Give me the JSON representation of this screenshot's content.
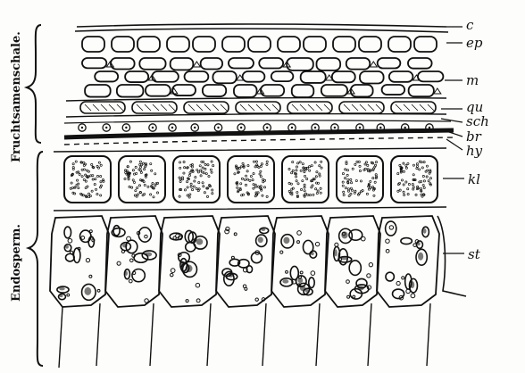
{
  "labels": {
    "fruchtsamenschale": "Fruchtsamenschale.",
    "endosperm": "Endosperm.",
    "c": "c",
    "ep": "ep",
    "m": "m",
    "qu": "qu",
    "sch": "sch",
    "br": "br",
    "hy": "hy",
    "kl": "kl",
    "st": "st"
  },
  "colors": {
    "ink": "#111111",
    "paper": "#fdfdfb"
  }
}
